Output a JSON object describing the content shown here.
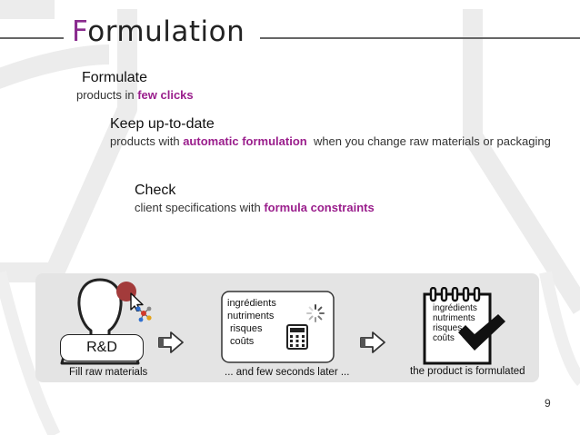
{
  "slide": {
    "title_first_letter": "F",
    "title_rest": "ormulation",
    "page_number": "9"
  },
  "points": [
    {
      "heading": "Formulate",
      "text_before": "products in ",
      "highlight": "few clicks",
      "text_after": ""
    },
    {
      "heading": "Keep up-to-date",
      "text_before": "products with ",
      "highlight": "automatic formulation",
      "text_after": "  when you change raw materials or packaging"
    },
    {
      "heading": "Check",
      "text_before": "client specifications with ",
      "highlight": "formula constraints",
      "text_after": ""
    }
  ],
  "workflow": {
    "role_label": "R&D",
    "step1_caption": "Fill raw materials",
    "step2_caption": "... and few seconds later ...",
    "step3_caption": "the product is formulated",
    "card_items": [
      "ingrédients",
      "nutriments",
      "risques",
      "coûts"
    ],
    "checklist_items": [
      "ingrédients",
      "nutriments",
      "risques",
      "coûts"
    ]
  },
  "colors": {
    "accent": "#9a1e8c",
    "title_accent": "#8a2b8e",
    "panel_bg": "#e4e4e4",
    "cursor_dot": "#a33b3b"
  },
  "icons": [
    "flask-background-icon",
    "user-silhouette-icon",
    "cursor-icon",
    "molecule-icon",
    "arrow-right-icon",
    "calculator-icon",
    "spinner-icon",
    "checklist-icon",
    "checkmark-icon"
  ]
}
